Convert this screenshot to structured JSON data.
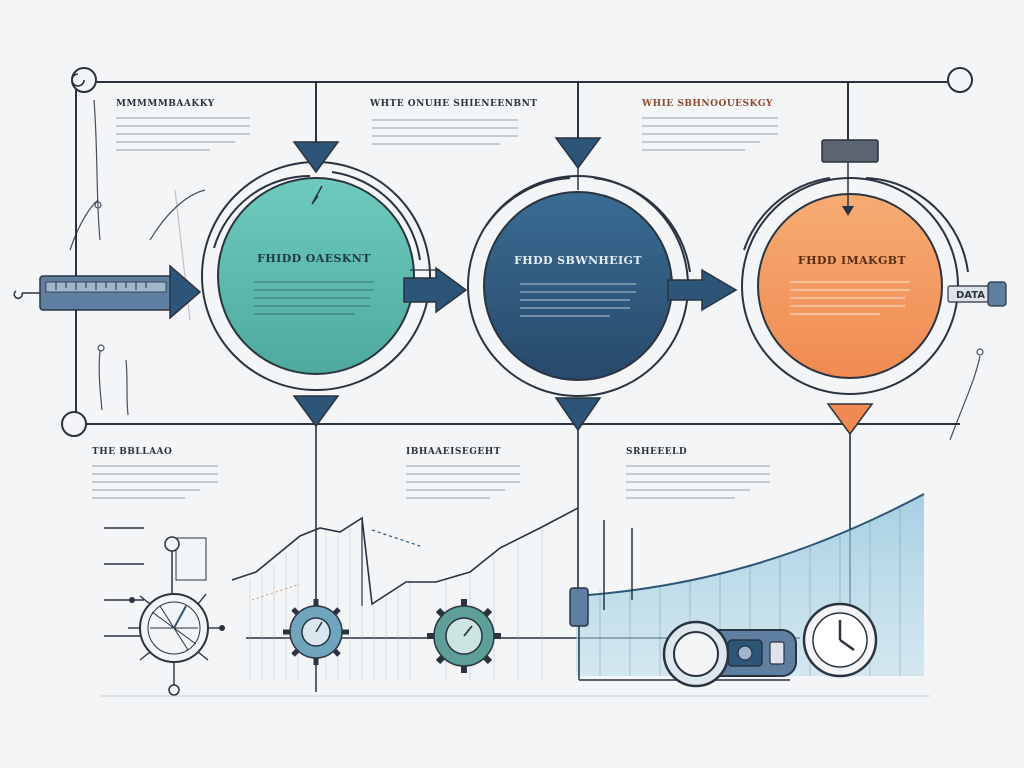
{
  "top_headings": {
    "first": "MMMMMBAAKKY",
    "second": "WHTE ONUHE SHIENEENBNT",
    "third": "WHIE SBHNOOUESKGY"
  },
  "circles": {
    "teal": {
      "title": "FHIDD OAESKNT"
    },
    "navy": {
      "title": "FHDD SBWNHEIGT"
    },
    "orange": {
      "title": "FHDD IMAKGBT"
    }
  },
  "bottom_headings": {
    "first": "THE BBLLAAO",
    "second": "IBHAAEISEGEHT",
    "third": "SRHEEELD"
  },
  "side_label": "DATA",
  "colors": {
    "teal": "#63bfb5",
    "navy": "#2d5577",
    "orange": "#f3a164",
    "line": "#2a3340",
    "text_muted": "#b3bbc3",
    "background": "#f3f5f7"
  }
}
